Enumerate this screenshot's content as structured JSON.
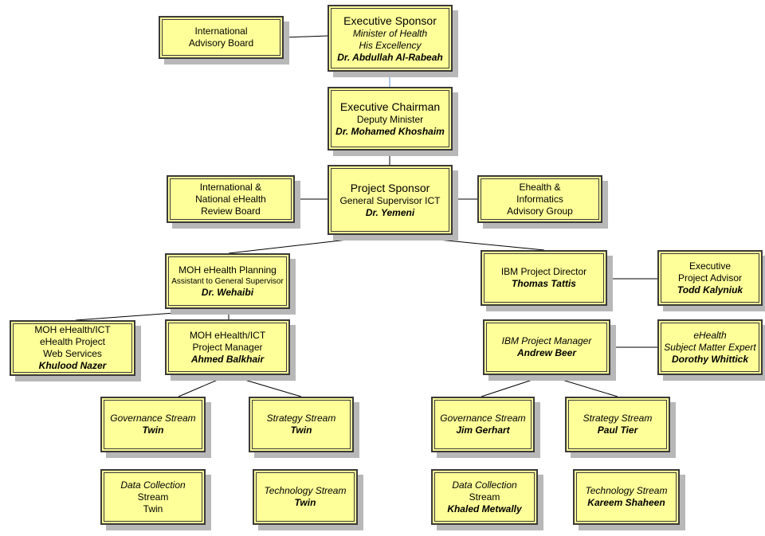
{
  "boxes": {
    "international_advisory_board": {
      "line1": "International",
      "line2": "Advisory Board"
    },
    "executive_sponsor": {
      "title": "Executive Sponsor",
      "line1": "Minister of Health",
      "line2": "His Excellency",
      "name": "Dr. Abdullah Al-Rabeah"
    },
    "executive_chairman": {
      "title": "Executive Chairman",
      "line1": "Deputy Minister",
      "name": "Dr. Mohamed Khoshaim"
    },
    "review_board": {
      "line1": "International &",
      "line2": "National eHealth",
      "line3": "Review Board"
    },
    "project_sponsor": {
      "title": "Project Sponsor",
      "line1": "General Supervisor ICT",
      "name": "Dr. Yemeni"
    },
    "ehealth_advisory_group": {
      "line1": "Ehealth &",
      "line2": "Informatics",
      "line3": "Advisory Group"
    },
    "moh_ehealth_planning": {
      "title": "MOH eHealth Planning",
      "line1": "Assistant to General Supervisor",
      "name": "Dr. Wehaibi"
    },
    "ibm_project_director": {
      "title": "IBM Project Director",
      "name": "Thomas Tattis"
    },
    "executive_project_advisor": {
      "line1": "Executive",
      "line2": "Project Advisor",
      "name": "Todd Kalyniuk"
    },
    "moh_web_services": {
      "line1": "MOH eHealth/ICT",
      "line2": "eHealth Project",
      "line3": "Web Services",
      "name": "Khulood Nazer"
    },
    "moh_project_manager": {
      "line1": "MOH eHealth/ICT",
      "line2": "Project Manager",
      "name": "Ahmed Balkhair"
    },
    "ibm_project_manager": {
      "title": "IBM Project Manager",
      "name": "Andrew Beer"
    },
    "subject_matter_expert": {
      "line1": "eHealth",
      "line2": "Subject Matter Expert",
      "name": "Dorothy Whittick"
    },
    "moh_governance_stream": {
      "title": "Governance Stream",
      "name": "Twin"
    },
    "moh_strategy_stream": {
      "title": "Strategy Stream",
      "name": "Twin"
    },
    "ibm_governance_stream": {
      "title": "Governance Stream",
      "name": "Jim Gerhart"
    },
    "ibm_strategy_stream": {
      "title": "Strategy Stream",
      "name": "Paul Tier"
    },
    "moh_data_collection_stream": {
      "line1": "Data Collection",
      "line2": "Stream",
      "line3": "Twin"
    },
    "moh_technology_stream": {
      "title": "Technology Stream",
      "name": "Twin"
    },
    "ibm_data_collection_stream": {
      "line1": "Data Collection",
      "line2": "Stream",
      "name": "Khaled Metwally"
    },
    "ibm_technology_stream": {
      "title": "Technology Stream",
      "name": "Kareem Shaheen"
    }
  },
  "colors": {
    "box_fill": "#ffff99",
    "box_border": "#3a3a3a",
    "shadow": "#b8b8b8",
    "line": "#000000",
    "line_blue": "#5b8fc7"
  }
}
